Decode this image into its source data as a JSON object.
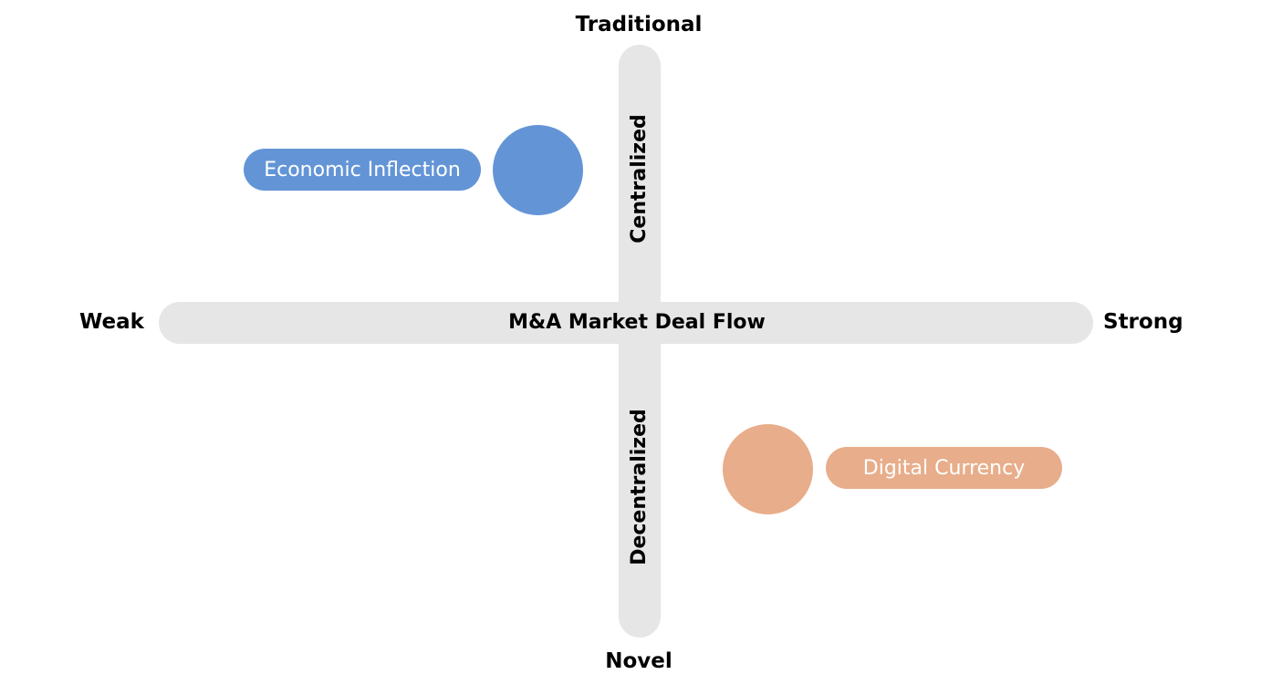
{
  "axes": {
    "top": "Traditional",
    "bottom": "Novel",
    "left": "Weak",
    "right": "Strong",
    "horizontal_title": "M&A Market Deal Flow",
    "vertical_upper": "Centralized",
    "vertical_lower": "Decentralized"
  },
  "items": [
    {
      "label": "Economic Inflection",
      "color": "#6395d6",
      "quadrant": "upper-left"
    },
    {
      "label": "Digital Currency",
      "color": "#e8ad8a",
      "quadrant": "lower-right"
    }
  ],
  "colors": {
    "bar": "#e6e6e6"
  }
}
